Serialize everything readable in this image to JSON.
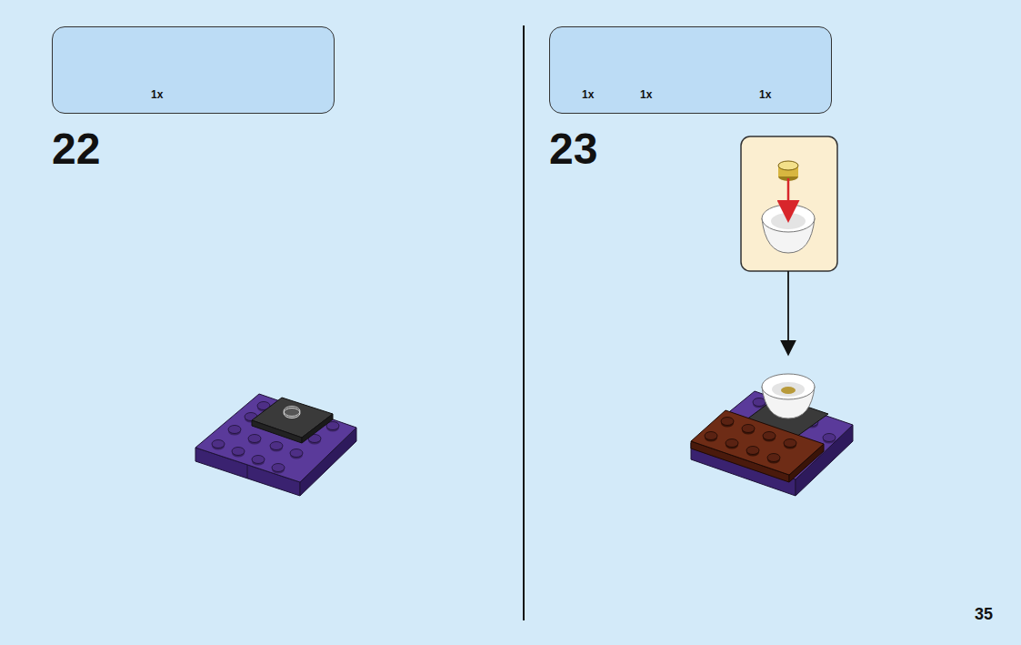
{
  "diagram": {
    "nodes": [
      {
        "text": [
          "1x"
        ]
      },
      {
        "text": [
          "1x",
          "1x",
          "1x"
        ]
      }
    ],
    "labels": [
      "22",
      "23",
      "35"
    ]
  }
}
